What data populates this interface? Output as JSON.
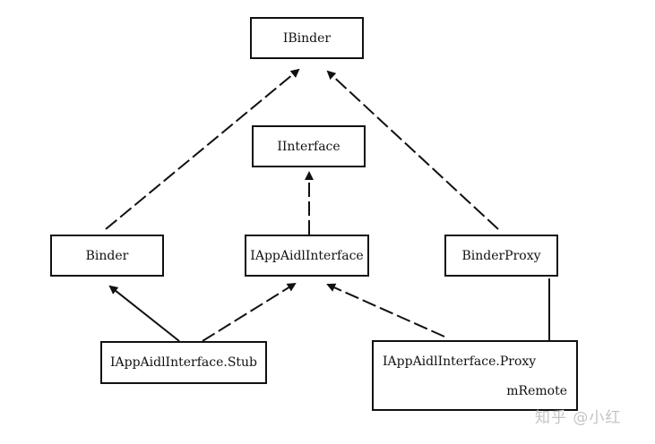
{
  "diagram": {
    "nodes": {
      "ibinder": "IBinder",
      "iinterface": "IInterface",
      "binder": "Binder",
      "iappaidlinterface": "IAppAidlInterface",
      "binderproxy": "BinderProxy",
      "stub": "IAppAidlInterface.Stub",
      "proxy": "IAppAidlInterface.Proxy",
      "proxy_field": "mRemote"
    },
    "edges": [
      {
        "from": "Binder",
        "to": "IBinder",
        "style": "dashed"
      },
      {
        "from": "BinderProxy",
        "to": "IBinder",
        "style": "dashed"
      },
      {
        "from": "IAppAidlInterface",
        "to": "IInterface",
        "style": "dashed"
      },
      {
        "from": "IAppAidlInterface.Stub",
        "to": "Binder",
        "style": "solid"
      },
      {
        "from": "IAppAidlInterface.Stub",
        "to": "IAppAidlInterface",
        "style": "dashed"
      },
      {
        "from": "IAppAidlInterface.Proxy",
        "to": "IAppAidlInterface",
        "style": "dashed"
      },
      {
        "from": "BinderProxy",
        "to": "mRemote",
        "style": "solid"
      }
    ]
  },
  "watermark": "知乎 @小红"
}
